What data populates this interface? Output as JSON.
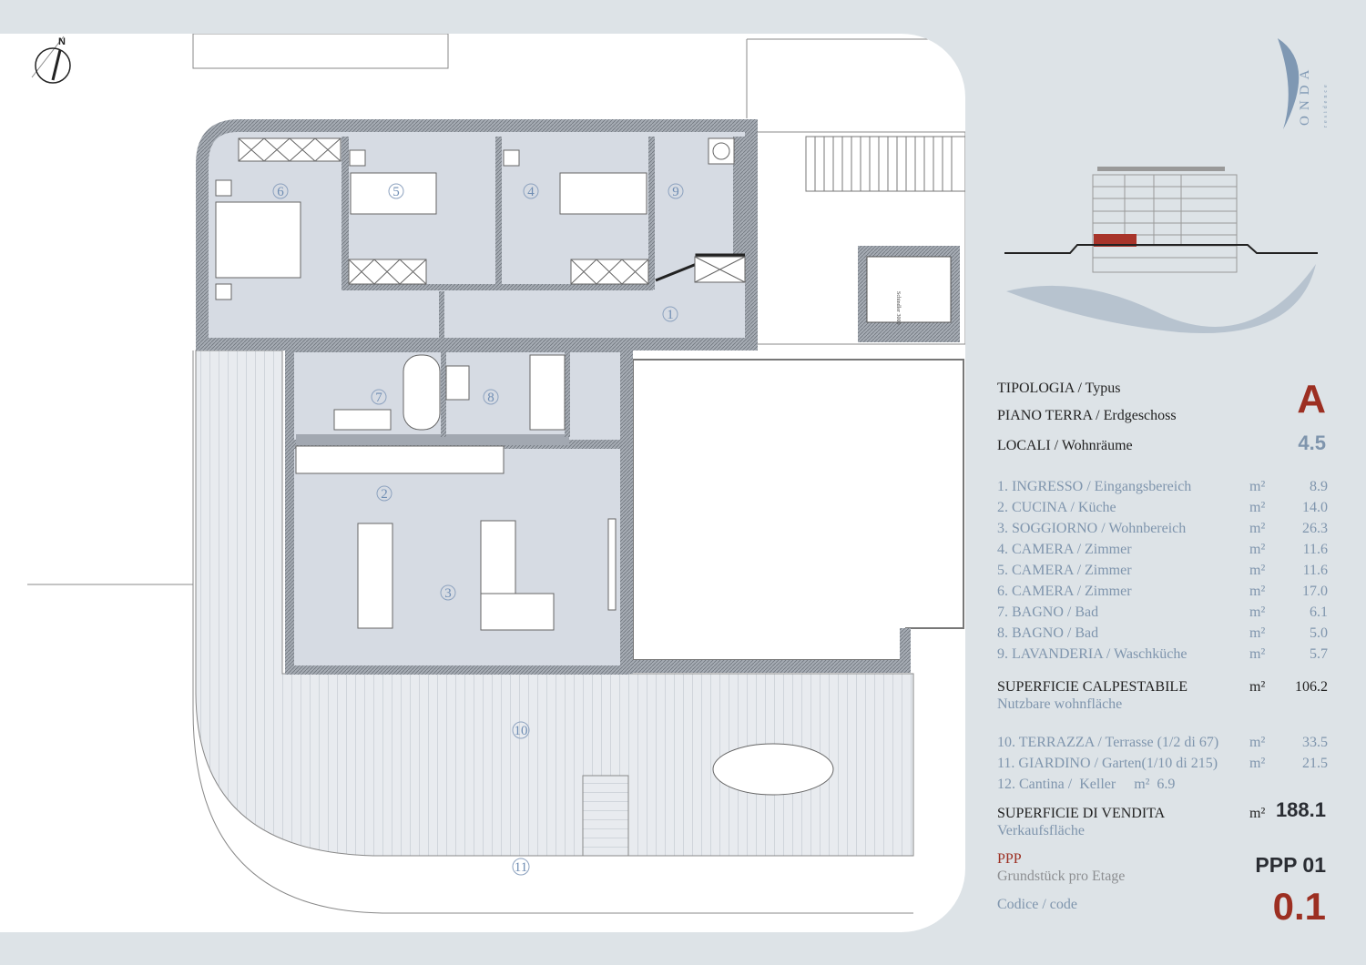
{
  "logo": {
    "brand": "ONDA",
    "sub": "residence"
  },
  "compass": {
    "label": "N"
  },
  "plan": {
    "rooms": [
      "1",
      "2",
      "3",
      "4",
      "5",
      "6",
      "7",
      "8",
      "9",
      "10",
      "11"
    ],
    "lift_label": "Schindler 3000"
  },
  "info": {
    "tipologia": "TIPOLOGIA / Typus",
    "tipologia_value": "A",
    "piano": "PIANO TERRA / Erdgeschoss",
    "locali": "LOCALI / Wohnräume",
    "locali_value": "4.5",
    "rooms": [
      {
        "label": "1. INGRESSO /  Eingangsbereich",
        "unit": "m²",
        "value": "8.9"
      },
      {
        "label": "2. CUCINA /  Küche",
        "unit": "m²",
        "value": "14.0"
      },
      {
        "label": "3. SOGGIORNO /  Wohnbereich",
        "unit": "m²",
        "value": "26.3"
      },
      {
        "label": "4. CAMERA /  Zimmer",
        "unit": "m²",
        "value": "11.6"
      },
      {
        "label": "5. CAMERA /  Zimmer",
        "unit": "m²",
        "value": "11.6"
      },
      {
        "label": "6. CAMERA /  Zimmer",
        "unit": "m²",
        "value": "17.0"
      },
      {
        "label": "7. BAGNO /  Bad",
        "unit": "m²",
        "value": "6.1"
      },
      {
        "label": "8. BAGNO /  Bad",
        "unit": "m²",
        "value": "5.0"
      },
      {
        "label": "9. LAVANDERIA /  Waschküche",
        "unit": "m²",
        "value": "5.7"
      }
    ],
    "calpestabile": "SUPERFICIE CALPESTABILE",
    "calpestabile_sub": "Nutzbare wohnfläche",
    "calpestabile_unit": "m²",
    "calpestabile_value": "106.2",
    "extras": [
      {
        "label": "10. TERRAZZA / Terrasse (1/2 di 67)",
        "unit": "m²",
        "value": "33.5"
      },
      {
        "label": "11. GIARDINO /  Garten(1/10 di 215)",
        "unit": "m²",
        "value": "21.5"
      }
    ],
    "cantina": "12. Cantina /  Keller     m²  6.9",
    "vendita": "SUPERFICIE DI VENDITA",
    "vendita_sub": "Verkaufsfläche",
    "vendita_unit": "m²",
    "vendita_value": "188.1",
    "ppp": "PPP",
    "ppp_sub": "Grundstück pro Etage",
    "ppp_value": "PPP 01",
    "codice": "Codice / code",
    "codice_value": "0.1"
  },
  "colors": {
    "accent": "#9c2f22",
    "blue": "#7f95ad",
    "room": "#d6dbe3",
    "wall": "#8f959d"
  }
}
